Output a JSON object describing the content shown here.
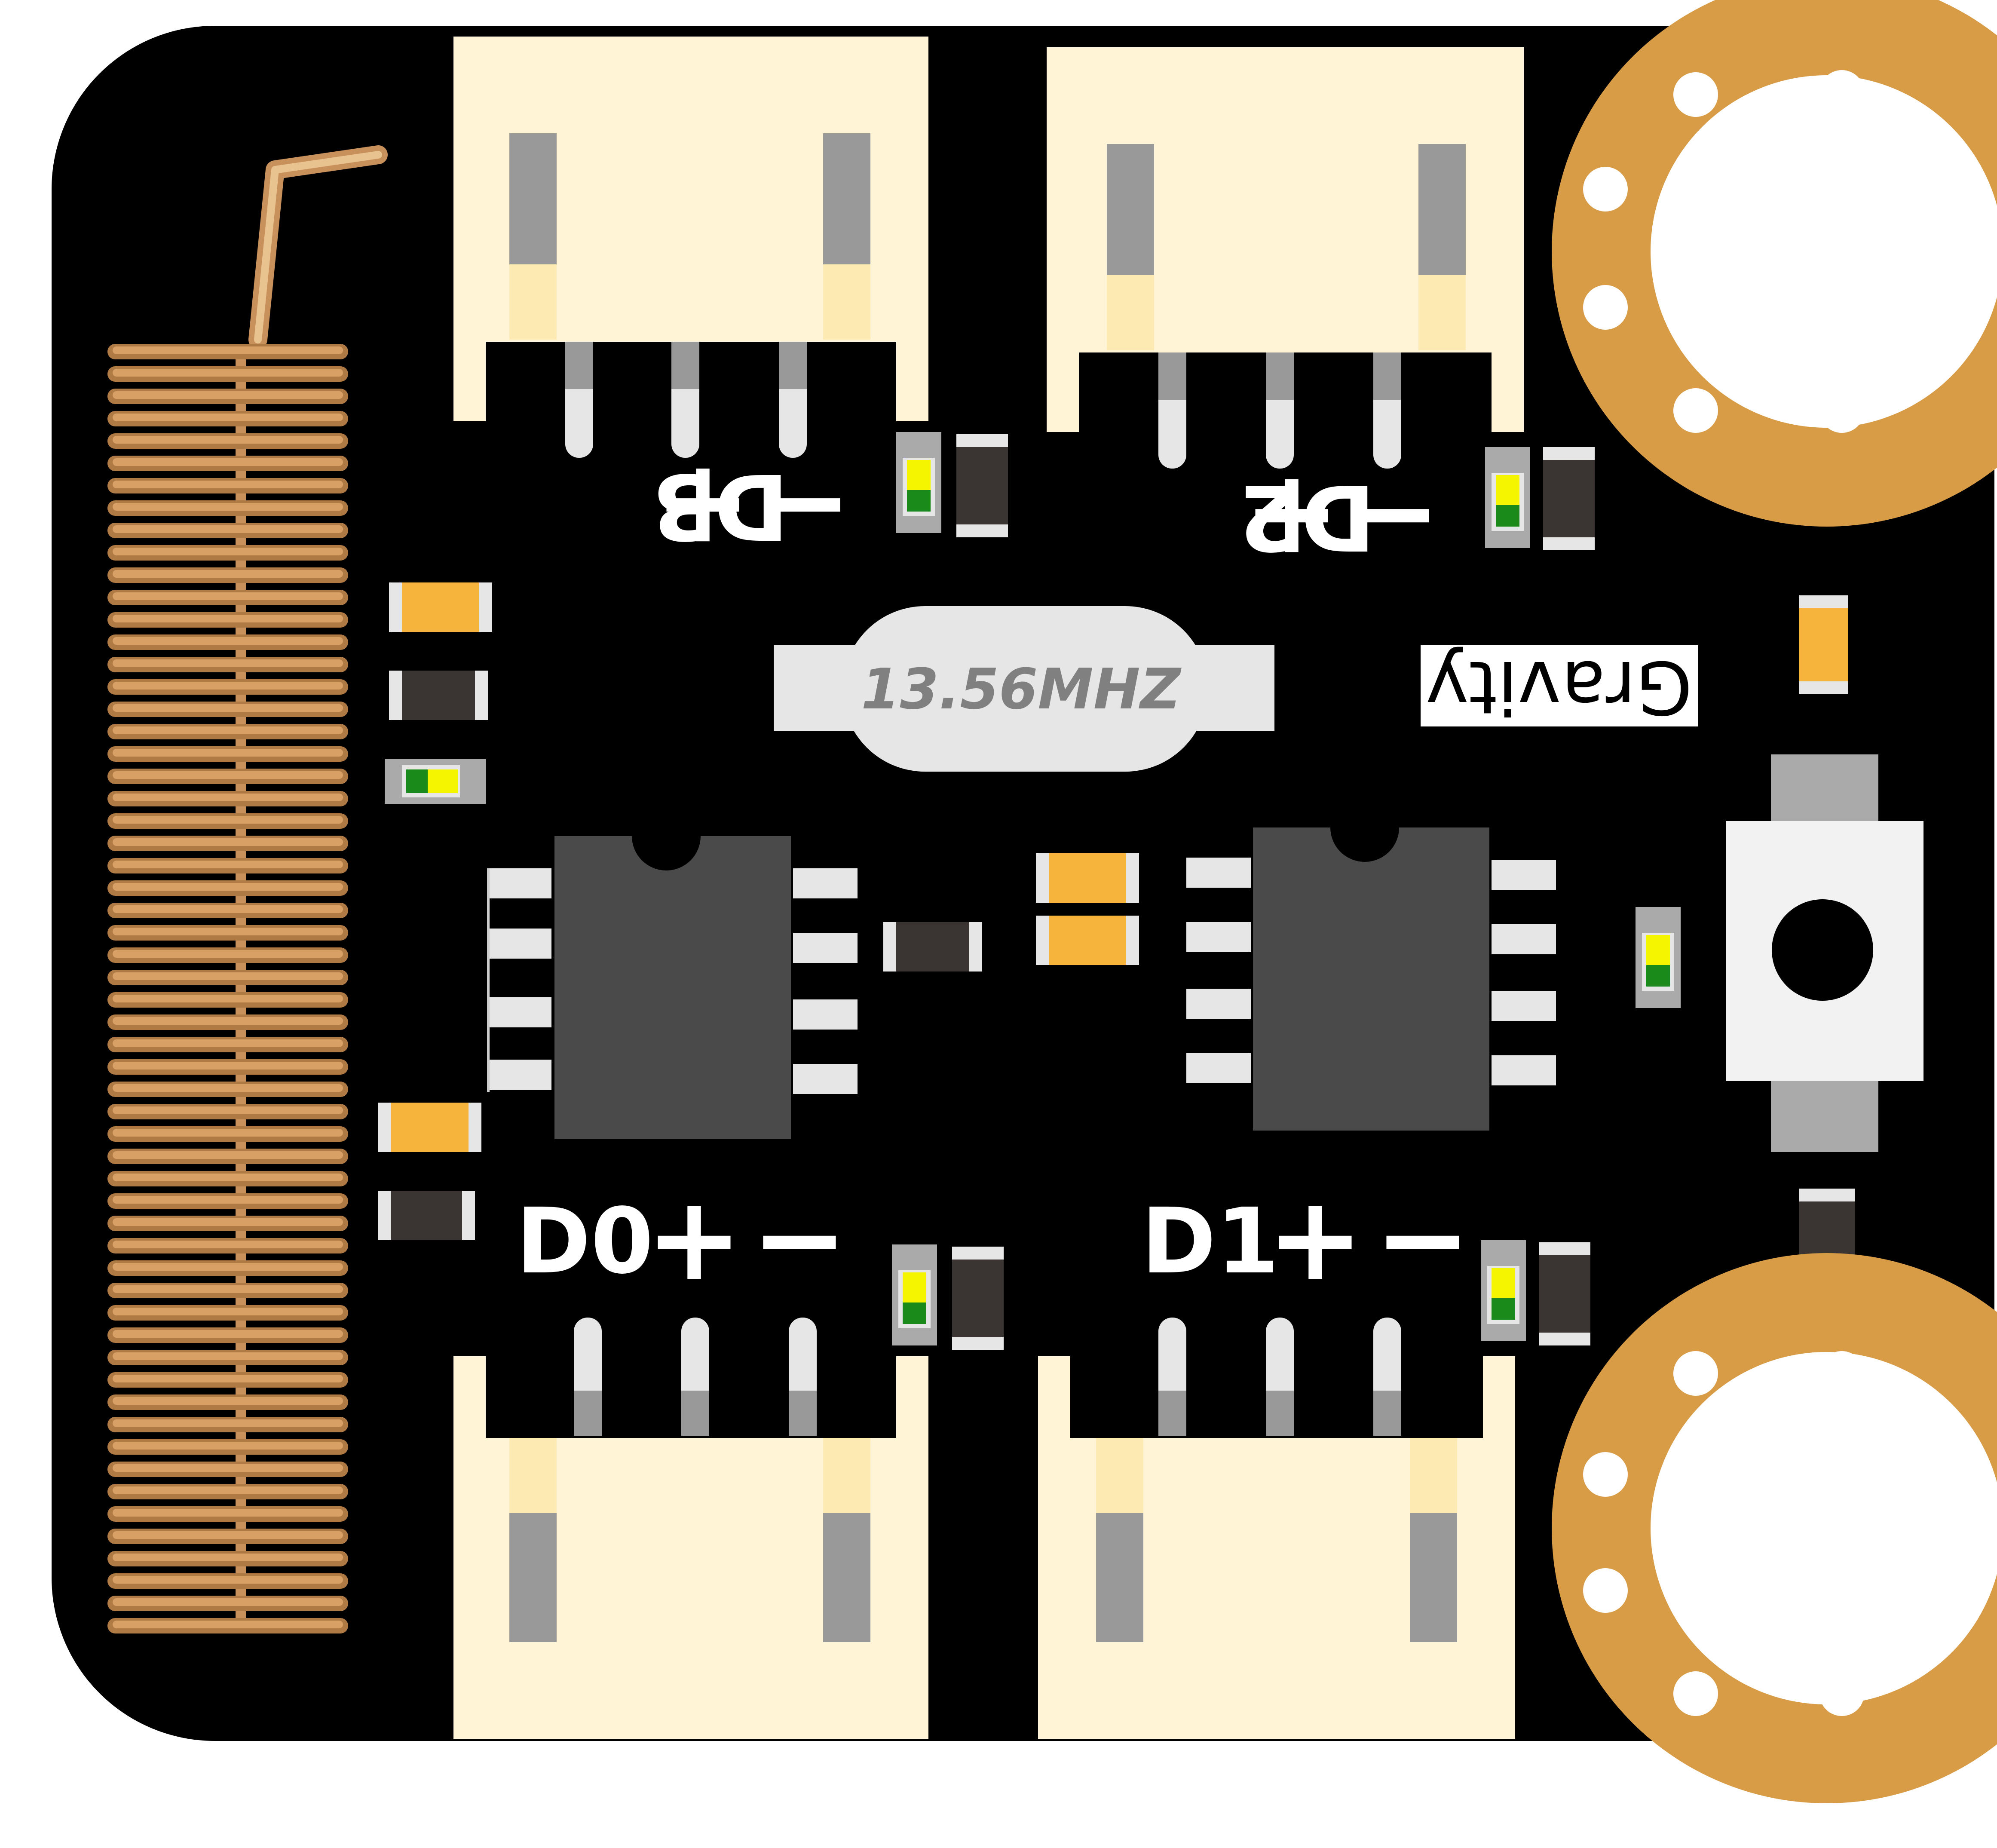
{
  "board": {
    "labels": {
      "d0": "D0",
      "d1": "D1",
      "d2": "D2",
      "d3": "D3",
      "plus": "+",
      "minus": "−"
    },
    "crystal_label": "13.56MHZ",
    "brand": "Gravity"
  },
  "colors": {
    "pcb": "#000000",
    "connector": "#fff5d6",
    "connector_accent": "#fdeab3",
    "pin_dark": "#999999",
    "pin_light": "#e6e6e6",
    "ic": "#4a4a4a",
    "pad": "#e6e6e6",
    "resistor": "#3a3533",
    "capacitor": "#f6b43c",
    "antenna_copper": "#d9a066",
    "mount_ring": "#d89c46",
    "led_green": "#1a8a1a",
    "led_yellow": "#f5f500",
    "crystal": "#e6e6e6",
    "crystal_text": "#808080",
    "button": "#f2f2f2"
  }
}
